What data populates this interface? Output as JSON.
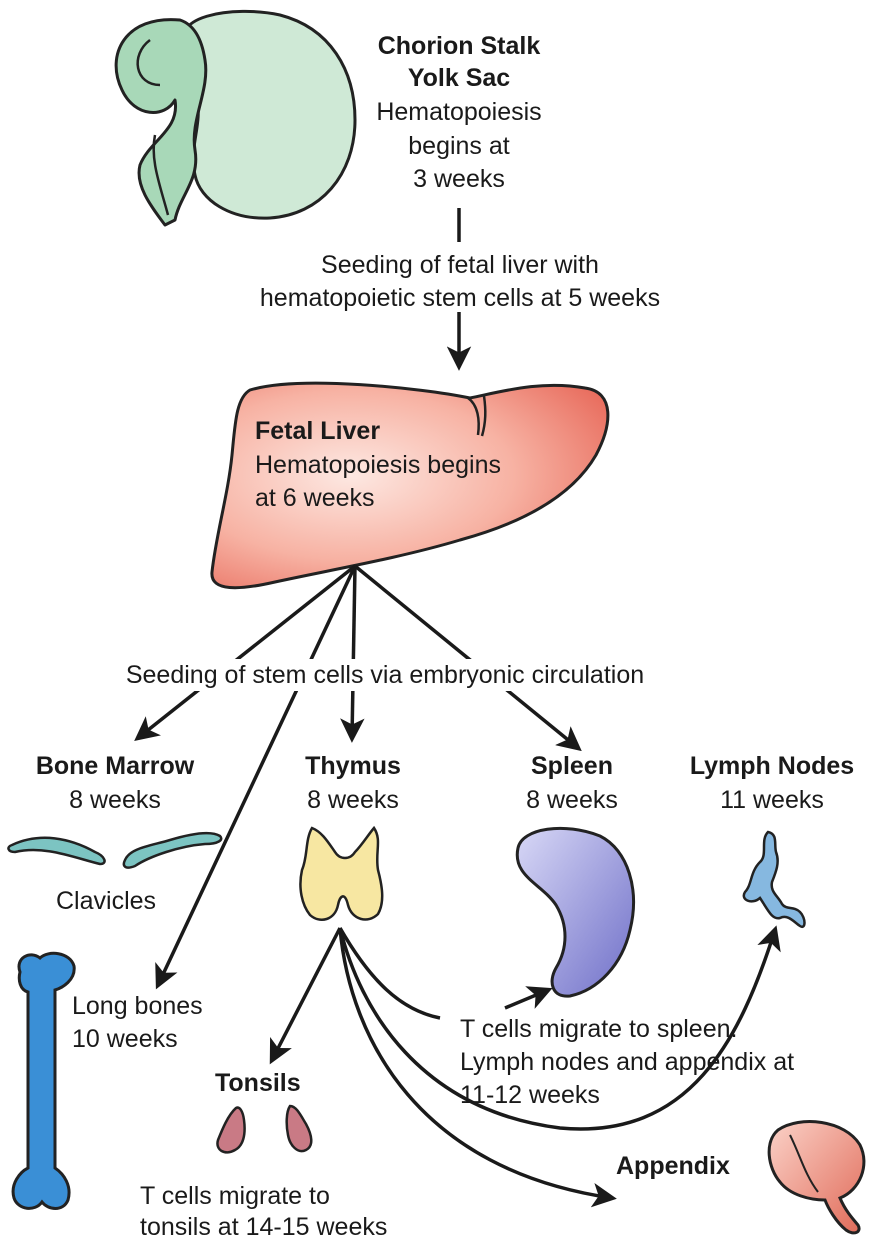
{
  "yolk_sac": {
    "title1": "Chorion Stalk",
    "title2": "Yolk Sac",
    "line1": "Hematopoiesis",
    "line2": "begins at",
    "line3": "3 weeks"
  },
  "seeding_liver": {
    "line1": "Seeding of fetal liver with",
    "line2": "hematopoietic stem cells at 5 weeks"
  },
  "fetal_liver": {
    "title": "Fetal Liver",
    "line1": "Hematopoiesis begins",
    "line2": "at 6 weeks"
  },
  "seeding_circulation": "Seeding of stem cells via embryonic circulation",
  "bone_marrow": {
    "title": "Bone Marrow",
    "time": "8 weeks"
  },
  "thymus": {
    "title": "Thymus",
    "time": "8 weeks"
  },
  "spleen": {
    "title": "Spleen",
    "time": "8 weeks"
  },
  "lymph_nodes": {
    "title": "Lymph Nodes",
    "time": "11 weeks"
  },
  "clavicles": "Clavicles",
  "long_bones": {
    "line1": "Long bones",
    "line2": "10 weeks"
  },
  "t_cells_spleen": {
    "line1": "T cells migrate to spleen.",
    "line2": "Lymph nodes and appendix at",
    "line3": "11-12 weeks"
  },
  "tonsils": {
    "title": "Tonsils",
    "line1": "T cells migrate to",
    "line2": "tonsils at 14-15 weeks"
  },
  "appendix": "Appendix",
  "colors": {
    "yolk_sac": "#cfe9d6",
    "liver": "#f4a898",
    "bone": "#3a8fd6",
    "clavicle": "#7cc4c2",
    "thymus": "#f7e7a2",
    "spleen": "#8f8fd8",
    "lymph": "#86b8e0",
    "tonsil": "#c97a85",
    "appendix": "#ef9a8a"
  }
}
